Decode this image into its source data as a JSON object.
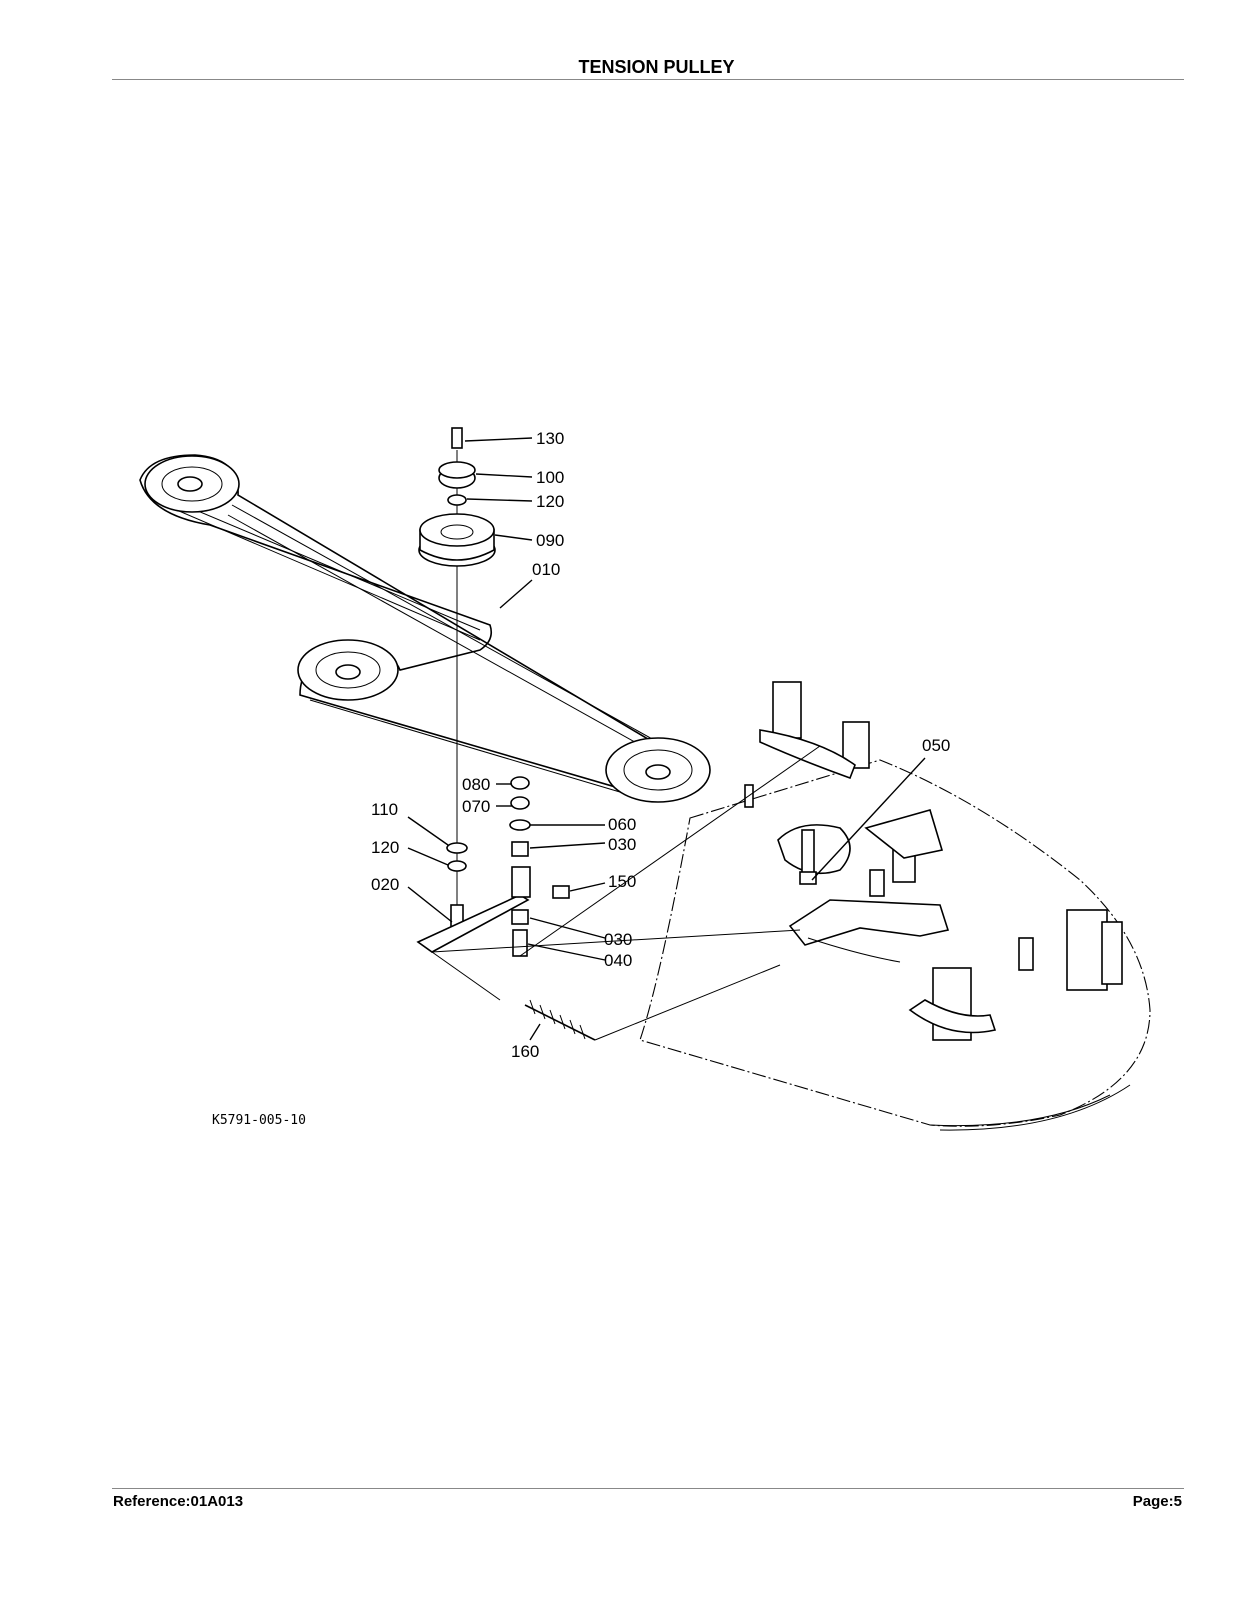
{
  "header": {
    "title": "TENSION PULLEY"
  },
  "footer": {
    "reference": "Reference:01A013",
    "page": "Page:5"
  },
  "diagram": {
    "code": "K5791-005-10",
    "callouts": [
      "130",
      "100",
      "120",
      "090",
      "010",
      "050",
      "080",
      "070",
      "110",
      "060",
      "030",
      "120",
      "020",
      "150",
      "030",
      "040",
      "160"
    ]
  }
}
